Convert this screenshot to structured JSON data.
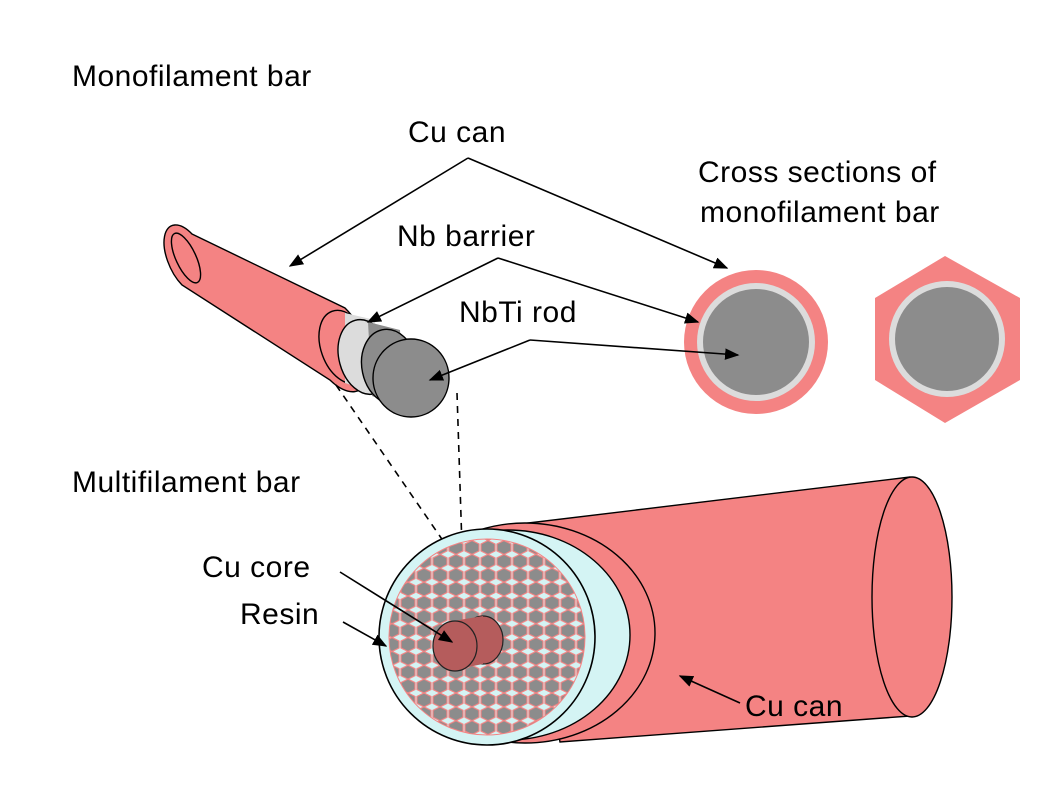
{
  "labels": {
    "monofilament_bar": "Monofilament bar",
    "cu_can_top": "Cu can",
    "cross_sections_line1": "Cross sections of",
    "cross_sections_line2": "monofilament bar",
    "nb_barrier": "Nb barrier",
    "nbti_rod": "NbTi rod",
    "multifilament_bar": "Multifilament bar",
    "cu_core": "Cu core",
    "resin": "Resin",
    "cu_can_bottom": "Cu can"
  },
  "colors": {
    "cu": "#f48383",
    "nb": "#dcdcdc",
    "nbti": "#8c8c8c",
    "resin": "#d4f4f4",
    "core": "#b55c5c",
    "outline": "#000000"
  }
}
